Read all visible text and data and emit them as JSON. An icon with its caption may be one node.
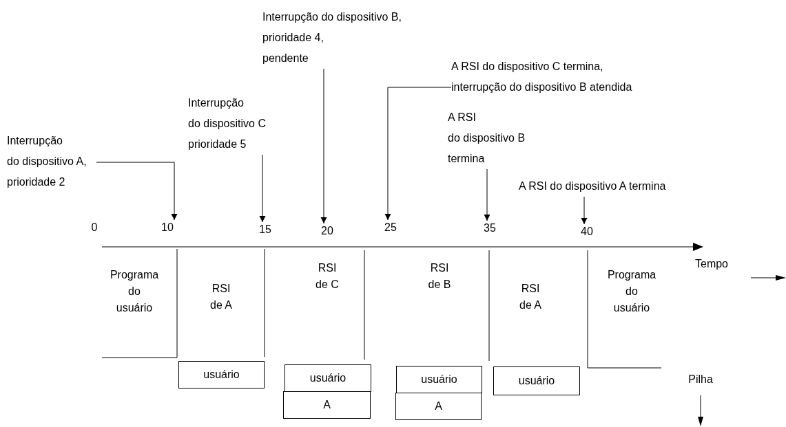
{
  "diagram": {
    "nodes": [
      {
        "text": [
          "Interrupção do dispositivo A, prioridade 2"
        ]
      },
      {
        "text": [
          "Interrupção do dispositivo C prioridade 5"
        ]
      },
      {
        "text": [
          "Interrupção do dispositivo B, prioridade 4, pendente"
        ]
      },
      {
        "text": [
          "A RSI do dispositivo C termina, interrupção do dispositivo B atendida"
        ]
      },
      {
        "text": [
          "A RSI do dispositivo B termina"
        ]
      },
      {
        "text": [
          "A RSI do dispositivo A termina"
        ]
      },
      {
        "text": [
          "0"
        ]
      },
      {
        "text": [
          "10"
        ]
      },
      {
        "text": [
          "15"
        ]
      },
      {
        "text": [
          "20"
        ]
      },
      {
        "text": [
          "25"
        ]
      },
      {
        "text": [
          "35"
        ]
      },
      {
        "text": [
          "40"
        ]
      },
      {
        "text": [
          "usuário"
        ]
      },
      {
        "text": [
          "usuário"
        ]
      },
      {
        "text": [
          "A"
        ]
      },
      {
        "text": [
          "usuário"
        ]
      },
      {
        "text": [
          "A"
        ]
      },
      {
        "text": [
          "usuário"
        ]
      }
    ],
    "edges": [
      {
        "from": 0,
        "to": 7,
        "arrow": "to"
      },
      {
        "from": 1,
        "to": 8,
        "arrow": "to"
      },
      {
        "from": 2,
        "to": 9,
        "arrow": "to"
      },
      {
        "from": 3,
        "to": 10,
        "arrow": "to"
      },
      {
        "from": 4,
        "to": 11,
        "arrow": "to"
      },
      {
        "from": 5,
        "to": 12,
        "arrow": "to"
      }
    ],
    "labels": [
      "Tempo",
      "Programa do usuário",
      "RSI de A",
      "RSI de C",
      "RSI de B",
      "RSI de A",
      "Programa do usuário",
      "Pilha"
    ]
  }
}
